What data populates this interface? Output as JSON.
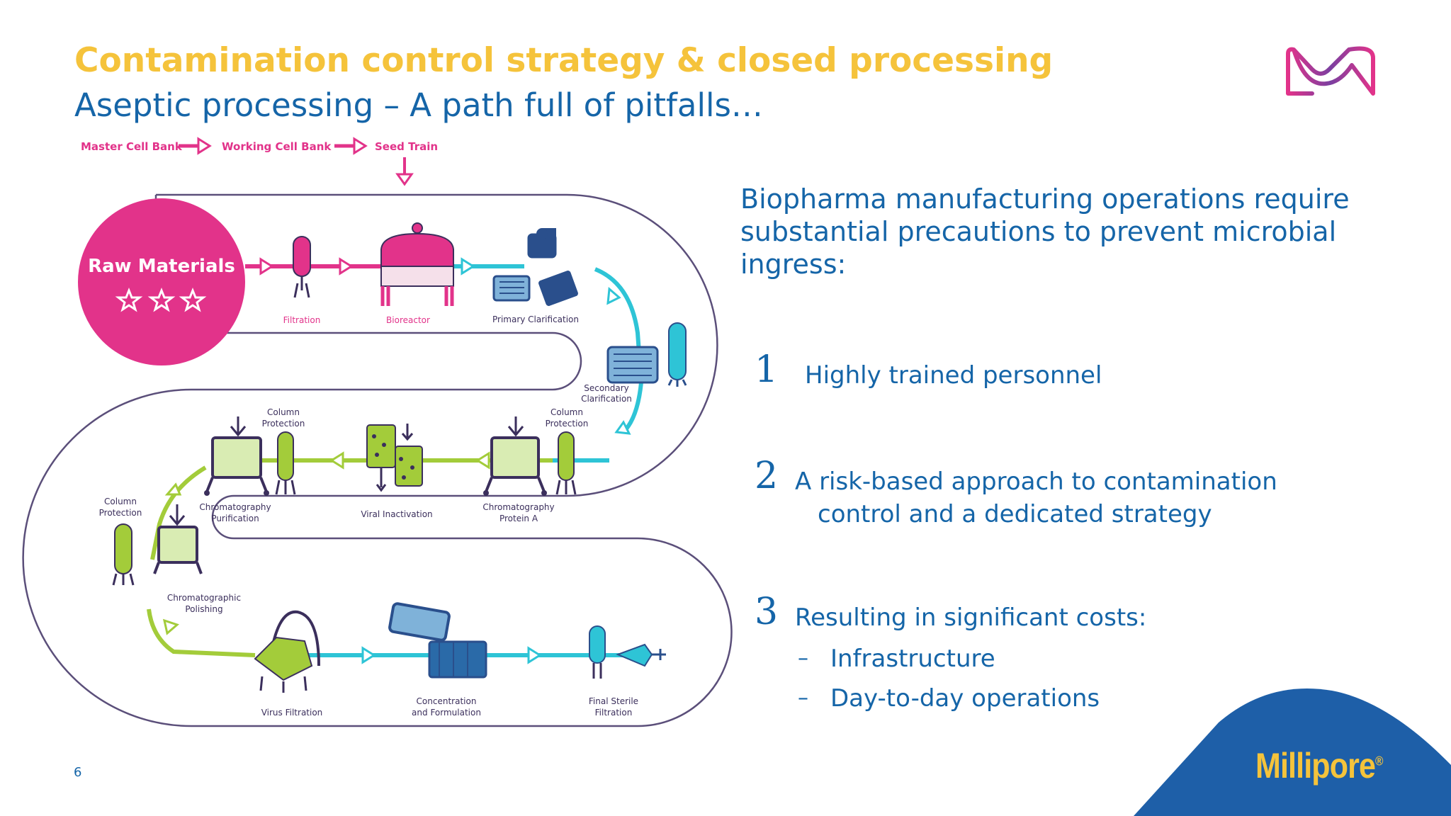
{
  "header": {
    "title": "Contamination control strategy & closed processing",
    "subtitle": "Aseptic processing – A path full of pitfalls…"
  },
  "colors": {
    "title": "#f5c33b",
    "text": "#1565a8",
    "magenta": "#e2338a",
    "cyan": "#2ec4d6",
    "green": "#a3cc3a",
    "navy": "#2a4f8c"
  },
  "diagram": {
    "top_flow": [
      "Master Cell Bank",
      "Working Cell Bank",
      "Seed Train"
    ],
    "raw_materials": "Raw Materials",
    "steps": {
      "filtration": "Filtration",
      "bioreactor": "Bioreactor",
      "primary_clarification": "Primary Clarification",
      "secondary_clarification": [
        "Secondary",
        "Clarification"
      ],
      "column_protection_1": [
        "Column",
        "Protection"
      ],
      "chrom_protein_a": [
        "Chromatography",
        "Protein A"
      ],
      "viral_inactivation": "Viral Inactivation",
      "column_protection_2": [
        "Column",
        "Protection"
      ],
      "chrom_purification": [
        "Chromatography",
        "Purification"
      ],
      "column_protection_3": [
        "Column",
        "Protection"
      ],
      "chrom_polishing": [
        "Chromatographic",
        "Polishing"
      ],
      "virus_filtration": "Virus Filtration",
      "concentration": [
        "Concentration",
        "and Formulation"
      ],
      "final_sterile": [
        "Final Sterile",
        "Filtration"
      ]
    }
  },
  "content": {
    "intro": "Biopharma manufacturing operations require substantial precautions to prevent microbial ingress:",
    "points": [
      {
        "num": "1",
        "line1": "Highly trained personnel"
      },
      {
        "num": "2",
        "line1": "A risk-based approach to contamination",
        "line2": "control and a dedicated strategy"
      },
      {
        "num": "3",
        "line1": "Resulting in significant costs:"
      }
    ],
    "subpoints": [
      "Infrastructure",
      "Day-to-day operations"
    ]
  },
  "footer": {
    "page_number": "6",
    "brand": "Millipore",
    "brand_mark": "®"
  }
}
